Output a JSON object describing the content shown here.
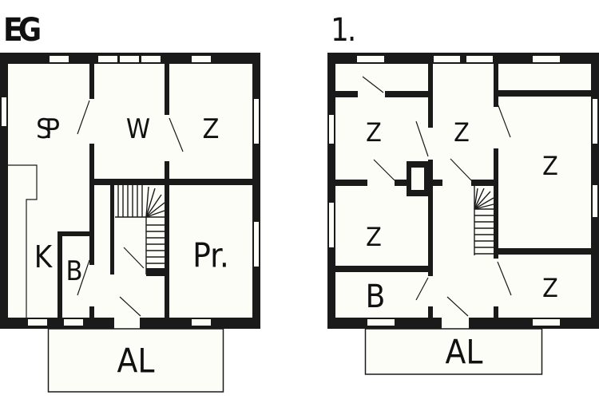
{
  "floors": [
    {
      "id": "ground",
      "title": "EG",
      "rooms": [
        {
          "key": "living",
          "label": "SP"
        },
        {
          "key": "room-a",
          "label": "W"
        },
        {
          "key": "room-b",
          "label": "Z"
        },
        {
          "key": "kitchen",
          "label": "K"
        },
        {
          "key": "bath",
          "label": "B"
        },
        {
          "key": "office",
          "label": "Pr."
        },
        {
          "key": "balcony",
          "label": "AL"
        }
      ]
    },
    {
      "id": "first",
      "title": "1.",
      "rooms": [
        {
          "key": "bed-1",
          "label": "Z"
        },
        {
          "key": "bed-2",
          "label": "Z"
        },
        {
          "key": "bed-3",
          "label": "Z"
        },
        {
          "key": "bed-4",
          "label": "Z"
        },
        {
          "key": "bed-5",
          "label": "Z"
        },
        {
          "key": "bath",
          "label": "B"
        },
        {
          "key": "balcony",
          "label": "AL"
        }
      ]
    }
  ],
  "colors": {
    "wall": "#1a1a1a",
    "floor": "#fdfdf8",
    "background": "#ffffff"
  }
}
